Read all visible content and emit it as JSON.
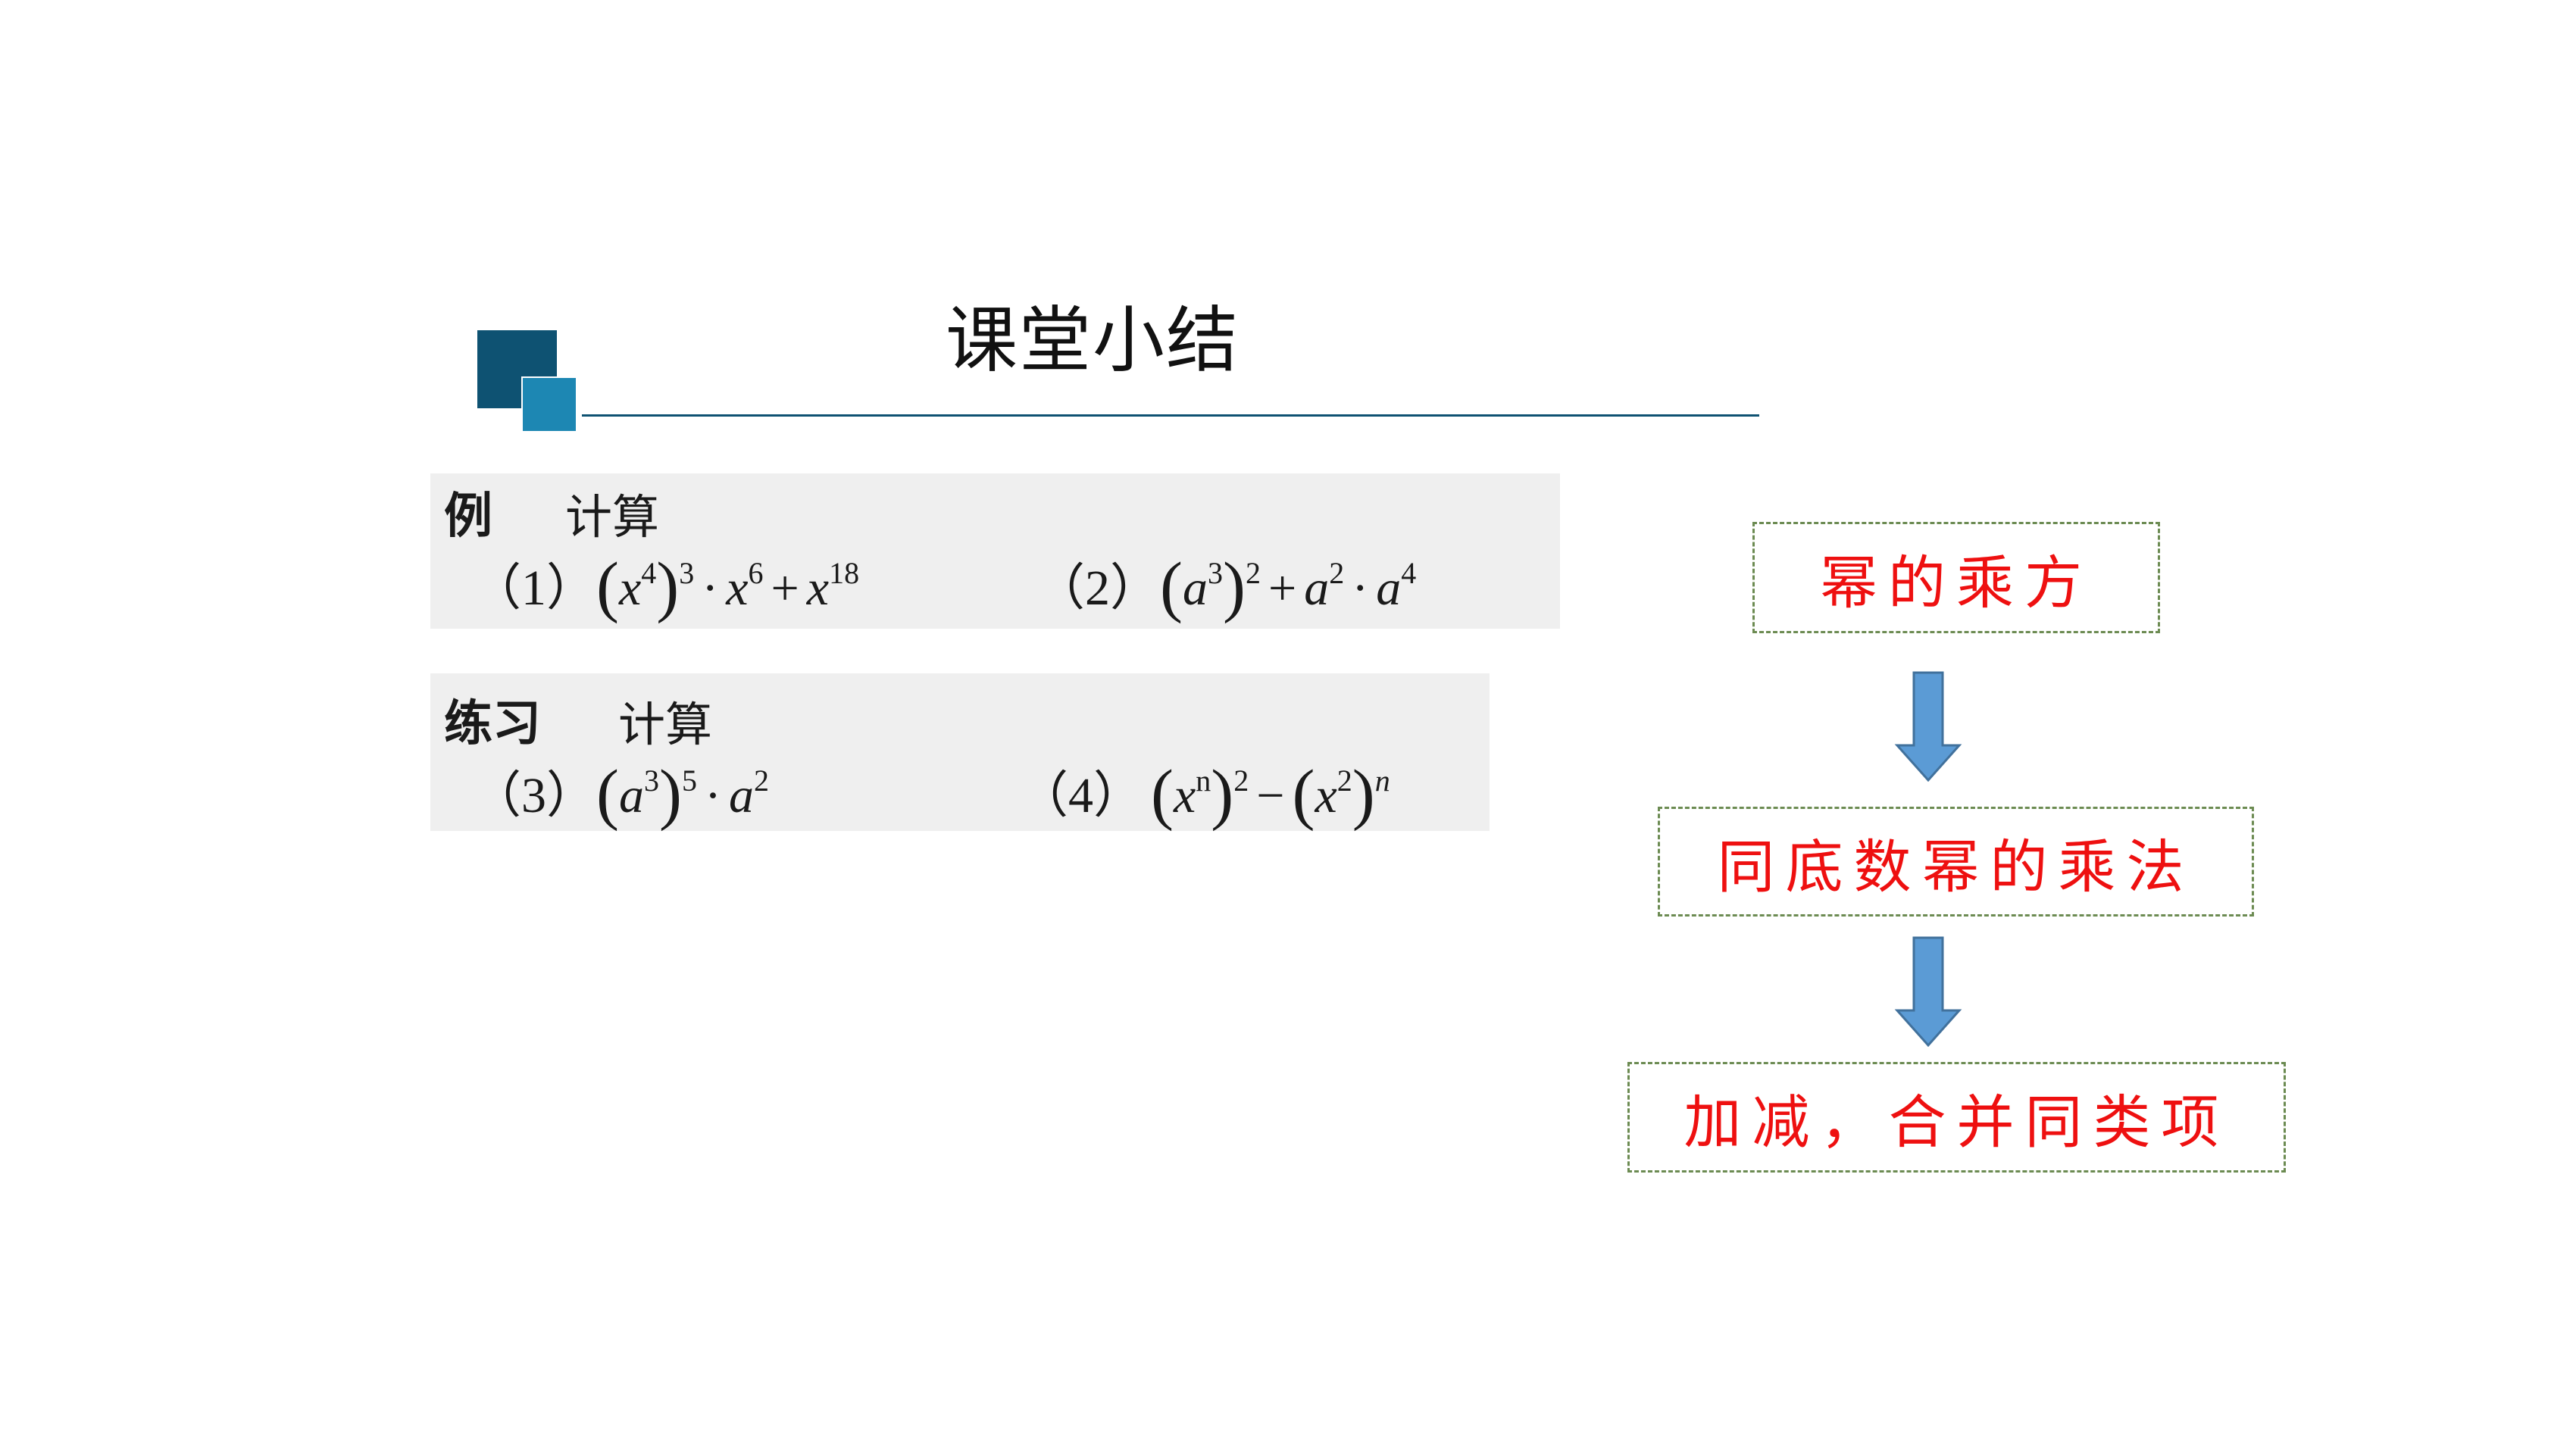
{
  "title": "课堂小结",
  "example": {
    "label": "例",
    "instruction": "计算",
    "items": [
      {
        "num": "（1）",
        "b1": "x",
        "e1": "4",
        "o1": "3",
        "dot": "·",
        "b2": "x",
        "e2": "6",
        "op": "+",
        "b3": "x",
        "e3": "18"
      },
      {
        "num": "（2）",
        "b1": "a",
        "e1": "3",
        "o1": "2",
        "op": "+",
        "b2": "a",
        "e2": "2",
        "dot": "·",
        "b3": "a",
        "e3": "4"
      }
    ]
  },
  "practice": {
    "label": "练习",
    "instruction": "计算",
    "items": [
      {
        "num": "（3）",
        "b1": "a",
        "e1": "3",
        "o1": "5",
        "dot": "·",
        "b2": "a",
        "e2": "2"
      },
      {
        "num": "（4）",
        "b1": "x",
        "e1": "n",
        "o1": "2",
        "op": "−",
        "b2": "x",
        "e2": "2",
        "o2": "n"
      }
    ]
  },
  "flow": {
    "steps": [
      "幂的乘方",
      "同底数幂的乘法",
      "加减，合并同类项"
    ],
    "arrow_color": "#5b9bd5",
    "text_color": "#ee1010",
    "border_color": "#6c8b52"
  },
  "colors": {
    "dark_square": "#0e5272",
    "light_square": "#1d87b3",
    "panel_bg": "#efefef"
  }
}
